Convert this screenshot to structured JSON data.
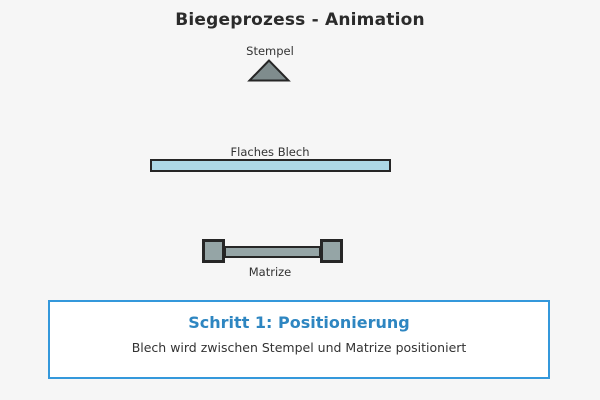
{
  "page": {
    "title": "Biegeprozess - Animation",
    "background_color": "#f6f6f6"
  },
  "diagram": {
    "stempel": {
      "label": "Stempel",
      "fill": "#7f8c8d",
      "stroke": "#262626"
    },
    "blech": {
      "label": "Flaches Blech",
      "fill": "#add8e6",
      "stroke": "#262626"
    },
    "matrize": {
      "label": "Matrize",
      "fill": "#95a5a6",
      "stroke": "#262626"
    }
  },
  "status_panel": {
    "step_title": "Schritt 1: Positionierung",
    "step_description": "Blech wird zwischen Stempel und Matrize positioniert",
    "accent_color": "#3498db",
    "title_color": "#2e86c1"
  }
}
